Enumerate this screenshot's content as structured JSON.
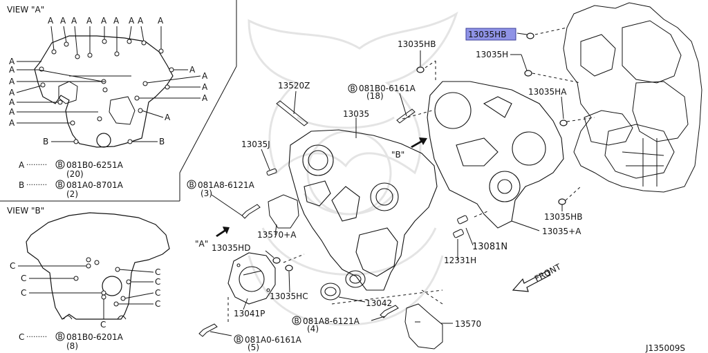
{
  "view_a": {
    "title": "VIEW \"A\"",
    "letter": "A",
    "letter_b": "B",
    "legend_a_key": "A",
    "legend_a_part": "081B0-6251A",
    "legend_a_qty": "(20)",
    "legend_b_key": "B",
    "legend_b_part": "081A0-8701A",
    "legend_b_qty": "(2)"
  },
  "view_b": {
    "title": "VIEW \"B\"",
    "letter": "C",
    "legend_c_key": "C",
    "legend_c_part": "081B0-6201A",
    "legend_c_qty": "(8)"
  },
  "callouts": {
    "p13035hb_top": "13035HB",
    "p13035hb_highlight": "13035HB",
    "p13035h": "13035H",
    "p13035ha": "13035HA",
    "p13035hb_bottom": "13035HB",
    "p13035_plus_a": "13035+A",
    "p13081n": "13081N",
    "p12331h": "12331H",
    "p13520z": "13520Z",
    "p13035": "13035",
    "p13035j": "13035J",
    "p13570_plus_a": "13570+A",
    "p13035hd": "13035HD",
    "p13035hc": "13035HC",
    "p13041p": "13041P",
    "p13042": "13042",
    "p13570": "13570",
    "bolt_081b0_6161a_top": "081B0-6161A",
    "bolt_081b0_6161a_top_qty": "(18)",
    "bolt_081a8_6121a_left": "081A8-6121A",
    "bolt_081a8_6121a_left_qty": "(3)",
    "bolt_081a8_6121a_bottom": "081A8-6121A",
    "bolt_081a8_6121a_bottom_qty": "(4)",
    "bolt_081a0_6161a": "081A0-6161A",
    "bolt_081a0_6161a_qty": "(5)",
    "bolt_symbol": "B",
    "view_a_arrow": "\"A\"",
    "view_b_arrow": "\"B\"",
    "front": "FRONT",
    "diagram_code": "J135009S"
  },
  "colors": {
    "highlight": "#8f93e6",
    "line": "#111111",
    "watermark": "#e6e6e6"
  }
}
